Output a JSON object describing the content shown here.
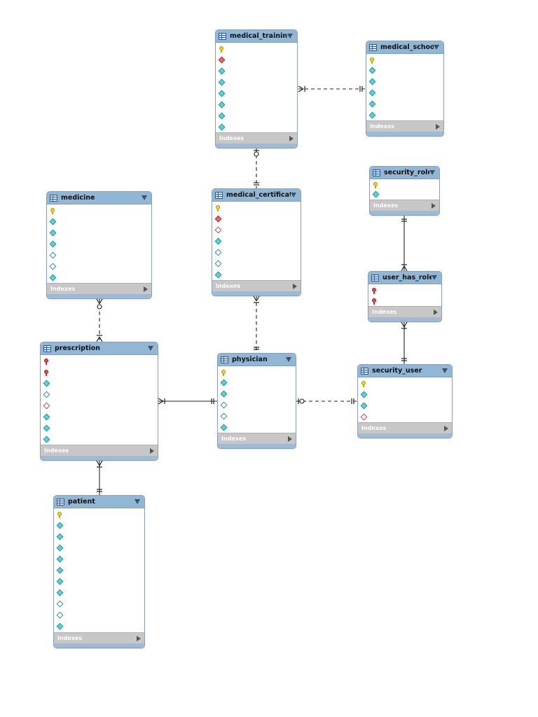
{
  "diagram": {
    "index_label": "Indexes",
    "tables": [
      {
        "id": "medical_training",
        "name": "medical_training",
        "columns": [
          "pk",
          "fk_nn",
          "nn",
          "nn",
          "nn",
          "nn",
          "nn",
          "nn"
        ]
      },
      {
        "id": "medical_school",
        "name": "medical_school",
        "columns": [
          "pk",
          "nn",
          "nn",
          "nn",
          "nn",
          "nn"
        ]
      },
      {
        "id": "security_role",
        "name": "security_role",
        "columns": [
          "pk",
          "nn"
        ]
      },
      {
        "id": "medicine",
        "name": "medicine",
        "columns": [
          "pk",
          "nn",
          "nn",
          "nn",
          "null",
          "null",
          "nn"
        ]
      },
      {
        "id": "medical_certificate",
        "name": "medical_certificate",
        "columns": [
          "pk",
          "fk_nn",
          "fk_null",
          "nn",
          "null",
          "null",
          "nn"
        ]
      },
      {
        "id": "user_has_role",
        "name": "user_has_role",
        "columns": [
          "fk",
          "fk"
        ]
      },
      {
        "id": "prescription",
        "name": "prescription",
        "columns": [
          "fk",
          "fk",
          "nn",
          "null",
          "fk_null",
          "nn",
          "nn",
          "nn"
        ]
      },
      {
        "id": "physician",
        "name": "physician",
        "columns": [
          "pk",
          "nn",
          "nn",
          "null",
          "null",
          "nn"
        ]
      },
      {
        "id": "security_user",
        "name": "security_user",
        "columns": [
          "pk",
          "nn",
          "nn",
          "fk_null"
        ]
      },
      {
        "id": "patient",
        "name": "patient",
        "columns": [
          "pk",
          "nn",
          "nn",
          "nn",
          "nn",
          "nn",
          "nn",
          "nn",
          "null",
          "null",
          "nn"
        ]
      }
    ],
    "relationships": [
      {
        "from": "medical_training",
        "to": "medical_school",
        "style": "dashed",
        "from_end": "many-one",
        "to_end": "one-one"
      },
      {
        "from": "medical_training",
        "to": "medical_certificate",
        "style": "dashed",
        "from_end": "zero-one",
        "to_end": "one-one"
      },
      {
        "from": "medical_certificate",
        "to": "physician",
        "style": "dashed",
        "from_end": "many-one",
        "to_end": "one-one"
      },
      {
        "from": "medicine",
        "to": "prescription",
        "style": "dashed",
        "from_end": "zero-many",
        "to_end": "many-one"
      },
      {
        "from": "prescription",
        "to": "physician",
        "style": "solid",
        "from_end": "many-one",
        "to_end": "one-one"
      },
      {
        "from": "prescription",
        "to": "patient",
        "style": "solid",
        "from_end": "many-one",
        "to_end": "one-one"
      },
      {
        "from": "physician",
        "to": "security_user",
        "style": "dashed",
        "from_end": "zero-one",
        "to_end": "one-one"
      },
      {
        "from": "security_role",
        "to": "user_has_role",
        "style": "solid",
        "from_end": "one-one",
        "to_end": "many-one"
      },
      {
        "from": "user_has_role",
        "to": "security_user",
        "style": "solid",
        "from_end": "many-one",
        "to_end": "one-one"
      }
    ]
  }
}
